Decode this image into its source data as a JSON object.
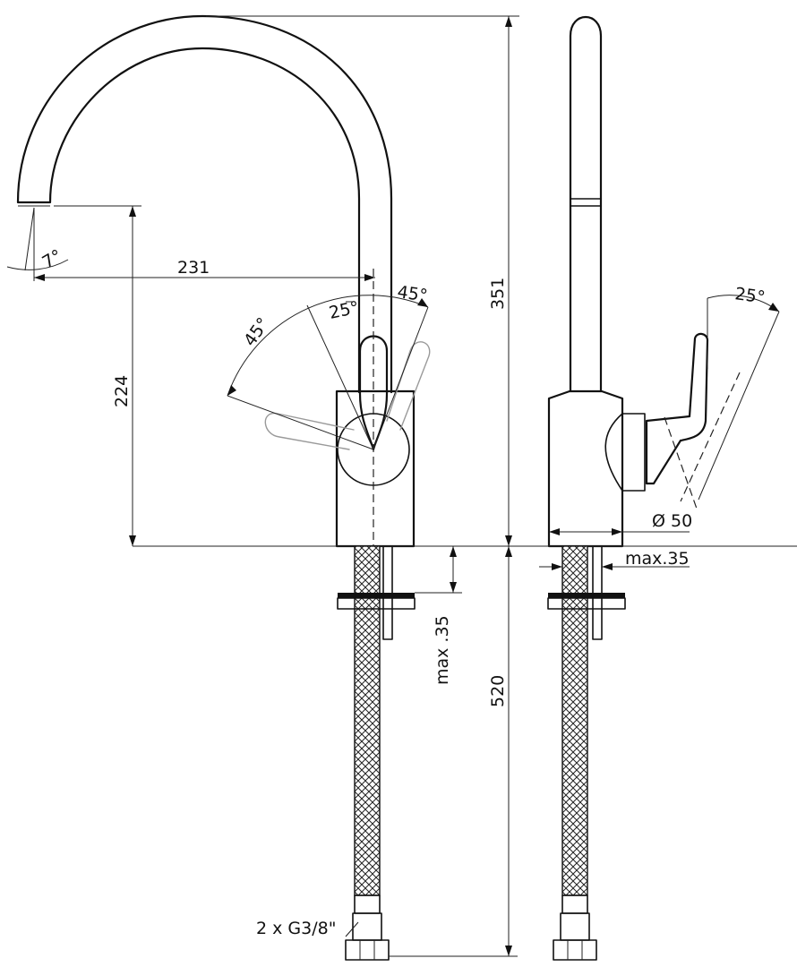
{
  "dimensions": {
    "spout_reach": "231",
    "spout_height": "224",
    "total_height": "351",
    "hose_length": "520",
    "angle_spout_tip": "7°",
    "angle_lever_left": "45°",
    "angle_lever_center": "25°",
    "angle_lever_right": "45°",
    "angle_side_lever": "25°",
    "body_diameter": "Ø 50",
    "max_deck_side": "max.35",
    "max_deck_front": "max .35",
    "connection": "2 x G3/8\""
  }
}
